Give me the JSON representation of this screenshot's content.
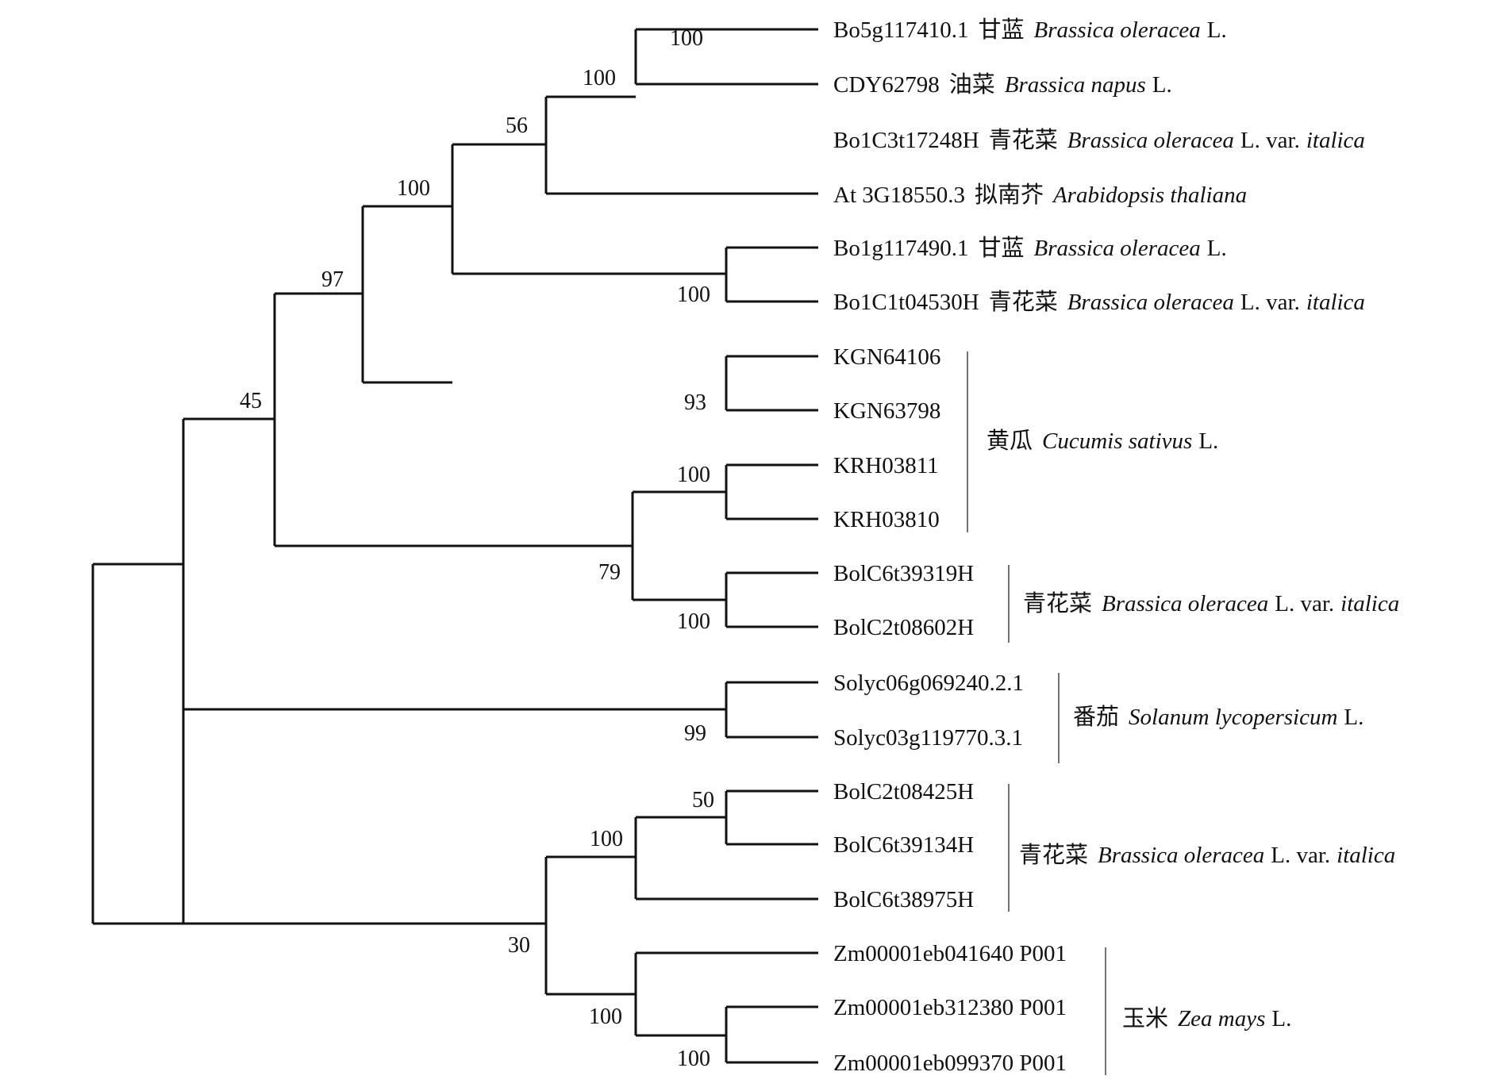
{
  "leaves": [
    {
      "id": "Bo5g117410.1",
      "cn": "甘蓝",
      "latin": "Brassica oleracea",
      "suffix": "L.",
      "var_name": ""
    },
    {
      "id": "CDY62798",
      "cn": "油菜",
      "latin": "Brassica napus",
      "suffix": "L.",
      "var_name": ""
    },
    {
      "id": "Bo1C3t17248H",
      "cn": "青花菜",
      "latin": "Brassica oleracea",
      "suffix": "L. var.",
      "var_name": "italica"
    },
    {
      "id": "At 3G18550.3",
      "cn": "拟南芥",
      "latin": "Arabidopsis thaliana",
      "suffix": "",
      "var_name": ""
    },
    {
      "id": "Bo1g117490.1",
      "cn": "甘蓝",
      "latin": "Brassica oleracea",
      "suffix": "L.",
      "var_name": ""
    },
    {
      "id": "Bo1C1t04530H",
      "cn": "青花菜",
      "latin": "Brassica oleracea",
      "suffix": "L. var.",
      "var_name": "italica"
    },
    {
      "id": "KGN64106"
    },
    {
      "id": "KGN63798"
    },
    {
      "id": "KRH03811"
    },
    {
      "id": "KRH03810"
    },
    {
      "id": "BolC6t39319H"
    },
    {
      "id": "BolC2t08602H"
    },
    {
      "id": "Solyc06g069240.2.1"
    },
    {
      "id": "Solyc03g119770.3.1"
    },
    {
      "id": "BolC2t08425H"
    },
    {
      "id": "BolC6t39134H"
    },
    {
      "id": "BolC6t38975H"
    },
    {
      "id": "Zm00001eb041640 P001"
    },
    {
      "id": "Zm00001eb312380 P001"
    },
    {
      "id": "Zm00001eb099370 P001"
    }
  ],
  "groups": [
    {
      "cn": "黄瓜",
      "latin": "Cucumis sativus",
      "suffix": "L.",
      "var_name": ""
    },
    {
      "cn": "青花菜",
      "latin": "Brassica oleracea",
      "suffix": "L. var.",
      "var_name": "italica"
    },
    {
      "cn": "番茄",
      "latin": "Solanum lycopersicum",
      "suffix": "L.",
      "var_name": ""
    },
    {
      "cn": "青花菜",
      "latin": "Brassica oleracea",
      "suffix": "L. var.",
      "var_name": "italica"
    },
    {
      "cn": "玉米",
      "latin": "Zea mays",
      "suffix": "L.",
      "var_name": ""
    }
  ],
  "bootstrap": [
    "100",
    "100",
    "56",
    "100",
    "100",
    "97",
    "93",
    "45",
    "100",
    "79",
    "100",
    "99",
    "50",
    "100",
    "30",
    "100",
    "100"
  ]
}
